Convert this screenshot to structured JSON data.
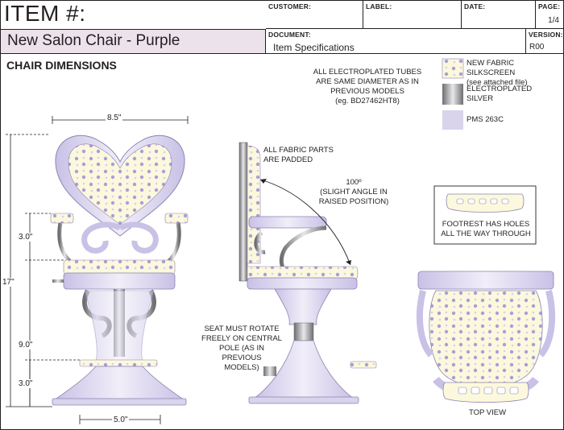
{
  "header": {
    "item_label": "ITEM #:",
    "item_name": "New Salon Chair - Purple",
    "customer_label": "CUSTOMER:",
    "label_label": "LABEL:",
    "date_label": "DATE:",
    "page_label": "PAGE:",
    "page_value": "1/4",
    "document_label": "DOCUMENT:",
    "document_value": "Item Specifications",
    "version_label": "VERSION:",
    "version_value": "R00"
  },
  "section_title": "CHAIR DIMENSIONS",
  "notes": {
    "tubes": [
      "ALL ELECTROPLATED TUBES",
      "ARE SAME DIAMETER AS IN",
      "PREVIOUS MODELS",
      "(eg. BD27462HT8)"
    ],
    "fabric": [
      "ALL FABRIC PARTS",
      "ARE PADDED"
    ],
    "angle": [
      "100º",
      "(SLIGHT ANGLE IN",
      "RAISED POSITION)"
    ],
    "footrest": [
      "FOOTREST HAS HOLES",
      "ALL THE WAY THROUGH"
    ],
    "seat": [
      "SEAT MUST ROTATE",
      "FREELY ON CENTRAL",
      "POLE (AS IN PREVIOUS",
      "MODELS)"
    ],
    "top_view": "TOP VIEW"
  },
  "legend": {
    "fabric": [
      "NEW FABRIC SILKSCREEN",
      "(see attached file)"
    ],
    "silver": [
      "ELECTROPLATED",
      "SILVER"
    ],
    "pms": "PMS 263C"
  },
  "dimensions": {
    "width_top": "8.5\"",
    "width_base": "5.0\"",
    "height_total": "17\"",
    "height_seat": "9.0\"",
    "height_arm": "3.0\"",
    "height_foot": "3.0\""
  },
  "colors": {
    "lavender": "#d9d3ec",
    "fabric_bg": "#fcf8dd",
    "star": "#a89fd6",
    "silver": "#9a9a9e",
    "header_fill": "#ebe2ec"
  }
}
